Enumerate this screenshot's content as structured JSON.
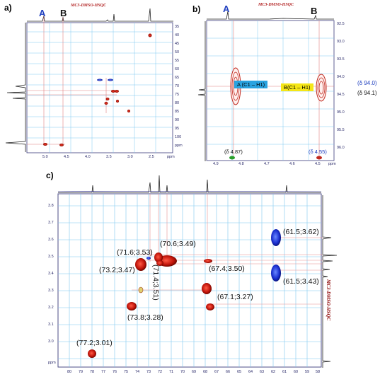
{
  "panels": {
    "a": {
      "label": "a)",
      "title": "MC3-DMSO-HSQC",
      "markers": [
        "A",
        "B"
      ],
      "y_ticks": [
        "35",
        "40",
        "45",
        "50",
        "55",
        "60",
        "65",
        "70",
        "75",
        "80",
        "85",
        "90",
        "95",
        "100",
        "ppm"
      ],
      "x_ticks": [
        "5.0",
        "4.5",
        "4.0",
        "3.5",
        "3.0",
        "2.5",
        "ppm"
      ]
    },
    "b": {
      "label": "b)",
      "title": "MC3-DMSO-HSQC",
      "markers": [
        "A",
        "B"
      ],
      "peak_a_label": "A (C1 – H1)",
      "peak_b_label": "B(C1 – H1)",
      "c_shift_a": "(δ 94.0)",
      "c_shift_b": "(δ 94.1)",
      "h_shift_a": "(δ 4.87)",
      "h_shift_b": "(δ 4.55)",
      "y_ticks": [
        "92.5",
        "93.0",
        "93.5",
        "94.0",
        "94.5",
        "95.0",
        "95.5",
        "96.0"
      ],
      "x_ticks": [
        "4.9",
        "4.8",
        "4.7",
        "4.6",
        "4.5",
        "ppm"
      ],
      "colors": {
        "badge_a": "#29a3e0",
        "badge_b": "#f5e617"
      }
    },
    "c": {
      "label": "c)",
      "side_title": "MC3-DMSO-HSQC",
      "y_ticks": [
        "3.8",
        "3.7",
        "3.6",
        "3.5",
        "3.4",
        "3.3",
        "3.2",
        "3.1",
        "3.0",
        "ppm"
      ],
      "x_ticks": [
        "80",
        "79",
        "78",
        "77",
        "76",
        "75",
        "74",
        "73",
        "72",
        "71",
        "70",
        "69",
        "68",
        "67",
        "66",
        "65",
        "64",
        "63",
        "62",
        "61",
        "60",
        "59",
        "58",
        "ppm"
      ],
      "peaks": [
        {
          "label": "(70.6;3.49)"
        },
        {
          "label": "(71.6;3.53)"
        },
        {
          "label": "(73.2;3.47)"
        },
        {
          "label": "(71.4;3.51)"
        },
        {
          "label": "(73.8;3.28)"
        },
        {
          "label": "(77.2;3.01)"
        },
        {
          "label": "(67.4;3.50)"
        },
        {
          "label": "(67.1;3.27)"
        },
        {
          "label": "(61.5;3.62)"
        },
        {
          "label": "(61.5;3.43)"
        }
      ]
    }
  }
}
